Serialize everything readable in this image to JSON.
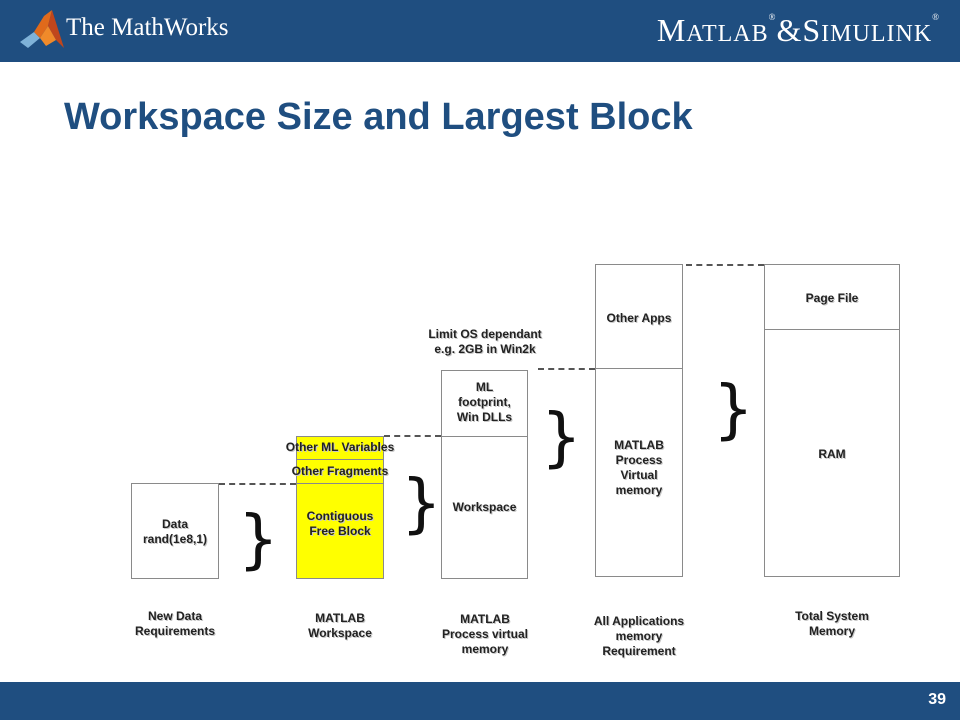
{
  "header": {
    "company": "The MathWorks",
    "brand": {
      "m": "M",
      "atlab": "ATLAB",
      "reg1": "®",
      "amp": "&",
      "s": "S",
      "imulink": "IMULINK",
      "reg2": "®"
    }
  },
  "slide": {
    "title": "Workspace Size and Largest Block",
    "page_number": "39"
  },
  "blocks": {
    "data": "Data\nrand(1e8,1)",
    "other_ml_variables": "Other ML Variables",
    "other_fragments": "Other Fragments",
    "contiguous_free_block": "Contiguous\nFree Block",
    "ml_footprint": "ML\nfootprint,\nWin DLLs",
    "workspace": "Workspace",
    "limit_note": "Limit OS dependant\ne.g. 2GB in Win2k",
    "other_apps": "Other Apps",
    "matlab_process_virtual_memory": "MATLAB\nProcess\nVirtual\nmemory",
    "page_file": "Page File",
    "ram": "RAM"
  },
  "captions": {
    "new_data": "New Data\nRequirements",
    "matlab_workspace": "MATLAB\nWorkspace",
    "matlab_process": "MATLAB\nProcess virtual\nmemory",
    "all_apps": "All Applications\nmemory\nRequirement",
    "total_memory": "Total System\nMemory"
  },
  "braces": {
    "glyph": "}"
  },
  "colors": {
    "header_bg": "#1f4e80",
    "title": "#1f4e80",
    "highlight": "#ffff00"
  }
}
